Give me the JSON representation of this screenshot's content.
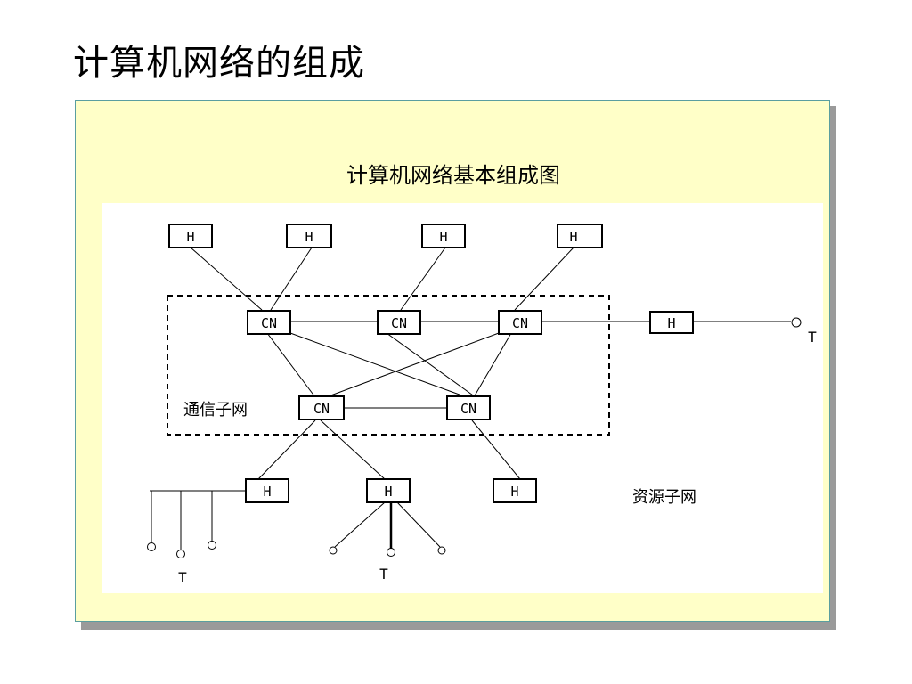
{
  "slide": {
    "title": "计算机网络的组成"
  },
  "figure": {
    "title": "计算机网络基本组成图",
    "nodes": {
      "host_label": "H",
      "cn_label": "CN",
      "terminal_label": "T"
    },
    "regions": {
      "communication_subnet": "通信子网",
      "resource_subnet": "资源子网"
    }
  }
}
